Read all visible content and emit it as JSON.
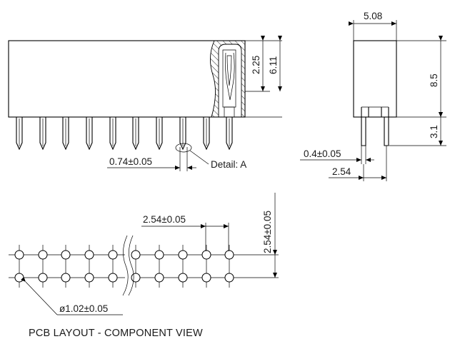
{
  "dimensions": {
    "front_gap": "0.74±0.05",
    "detail_label": "Detail: A",
    "front_h_small": "2.25",
    "front_h_body": "6.11",
    "side_width": "5.08",
    "side_body_h": "8.5",
    "side_pin_len": "3.1",
    "side_pin_w": "0.4±0.05",
    "side_pitch": "2.54",
    "pcb_pitch_x": "2.54±0.05",
    "pcb_pitch_y": "2.54±0.05",
    "pcb_hole_dia": "ø1.02±0.05"
  },
  "caption": "PCB LAYOUT - COMPONENT VIEW"
}
